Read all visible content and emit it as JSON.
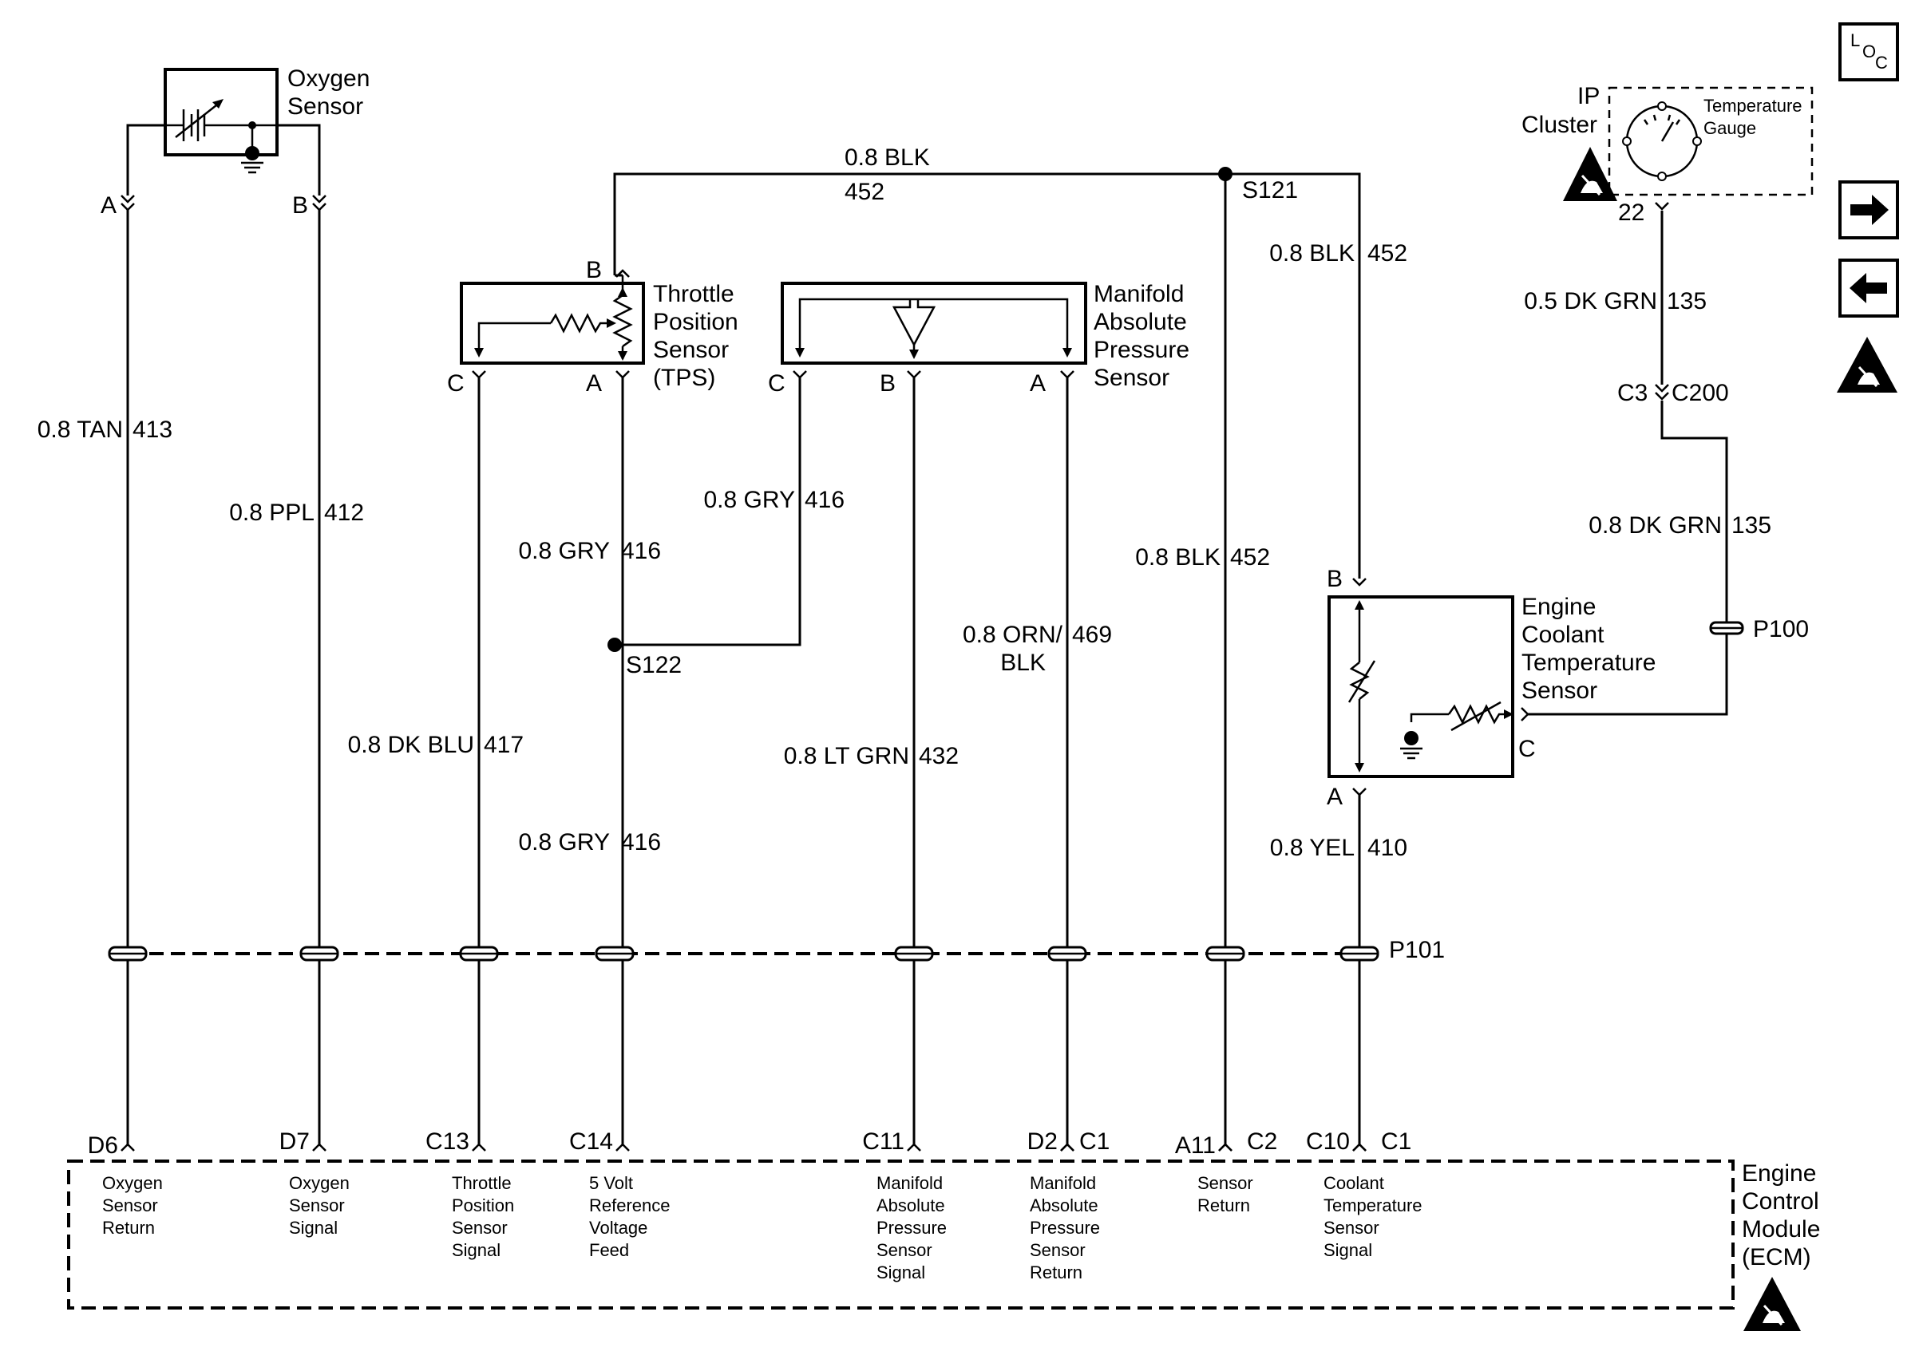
{
  "components": {
    "oxygen_sensor": [
      "Oxygen",
      "Sensor"
    ],
    "tps": [
      "Throttle",
      "Position",
      "Sensor",
      "(TPS)"
    ],
    "map": [
      "Manifold",
      "Absolute",
      "Pressure",
      "Sensor"
    ],
    "ect": [
      "Engine",
      "Coolant",
      "Temperature",
      "Sensor"
    ],
    "ip_cluster": [
      "IP",
      "Cluster"
    ],
    "temp_gauge": [
      "Temperature",
      "Gauge"
    ],
    "ecm": [
      "Engine",
      "Control",
      "Module",
      "(ECM)"
    ]
  },
  "icons": {
    "loc": [
      "L",
      "O",
      "C"
    ],
    "next": "arrow-right-icon",
    "prev": "arrow-left-icon",
    "esd": "esd-warning-icon"
  },
  "wires": {
    "w413": [
      "0.8 TAN",
      "413"
    ],
    "w412": [
      "0.8 PPL",
      "412"
    ],
    "w417": [
      "0.8 DK BLU",
      "417"
    ],
    "w416_top": [
      "0.8 GRY",
      "416"
    ],
    "w416_mid": [
      "0.8 GRY",
      "416"
    ],
    "w416_low": [
      "0.8 GRY",
      "416"
    ],
    "w432": [
      "0.8 LT GRN",
      "432"
    ],
    "w469": [
      "0.8 ORN/",
      "BLK",
      "469"
    ],
    "w452_top": [
      "0.8 BLK",
      "452"
    ],
    "w452_right": [
      "0.8 BLK",
      "452"
    ],
    "w452_low": [
      "0.8 BLK",
      "452"
    ],
    "w410": [
      "0.8 YEL",
      "410"
    ],
    "w135_a": [
      "0.5 DK GRN",
      "135"
    ],
    "w135_b": [
      "0.8 DK GRN",
      "135"
    ]
  },
  "splices": {
    "s121": "S121",
    "s122": "S122"
  },
  "connectors": {
    "o2_a": "A",
    "o2_b": "B",
    "tps_b": "B",
    "tps_c": "C",
    "tps_a": "A",
    "map_c": "C",
    "map_b": "B",
    "map_a": "A",
    "ect_b": "B",
    "ect_a": "A",
    "ect_c": "C",
    "gauge_pin": "22",
    "c3": "C3",
    "c200": "C200",
    "p100": "P100",
    "p101": "P101"
  },
  "ecm_pins": [
    "D6",
    "D7",
    "C13",
    "C14",
    "C11",
    "D2",
    "C1",
    "A11",
    "C2",
    "C10",
    "C1"
  ],
  "ecm_functions": [
    [
      "Oxygen",
      "Sensor",
      "Return"
    ],
    [
      "Oxygen",
      "Sensor",
      "Signal"
    ],
    [
      "Throttle",
      "Position",
      "Sensor",
      "Signal"
    ],
    [
      "5 Volt",
      "Reference",
      "Voltage",
      "Feed"
    ],
    [
      "Manifold",
      "Absolute",
      "Pressure",
      "Sensor",
      "Signal"
    ],
    [
      "Manifold",
      "Absolute",
      "Pressure",
      "Sensor",
      "Return"
    ],
    [
      "Sensor",
      "Return"
    ],
    [
      "Coolant",
      "Temperature",
      "Sensor",
      "Signal"
    ]
  ]
}
